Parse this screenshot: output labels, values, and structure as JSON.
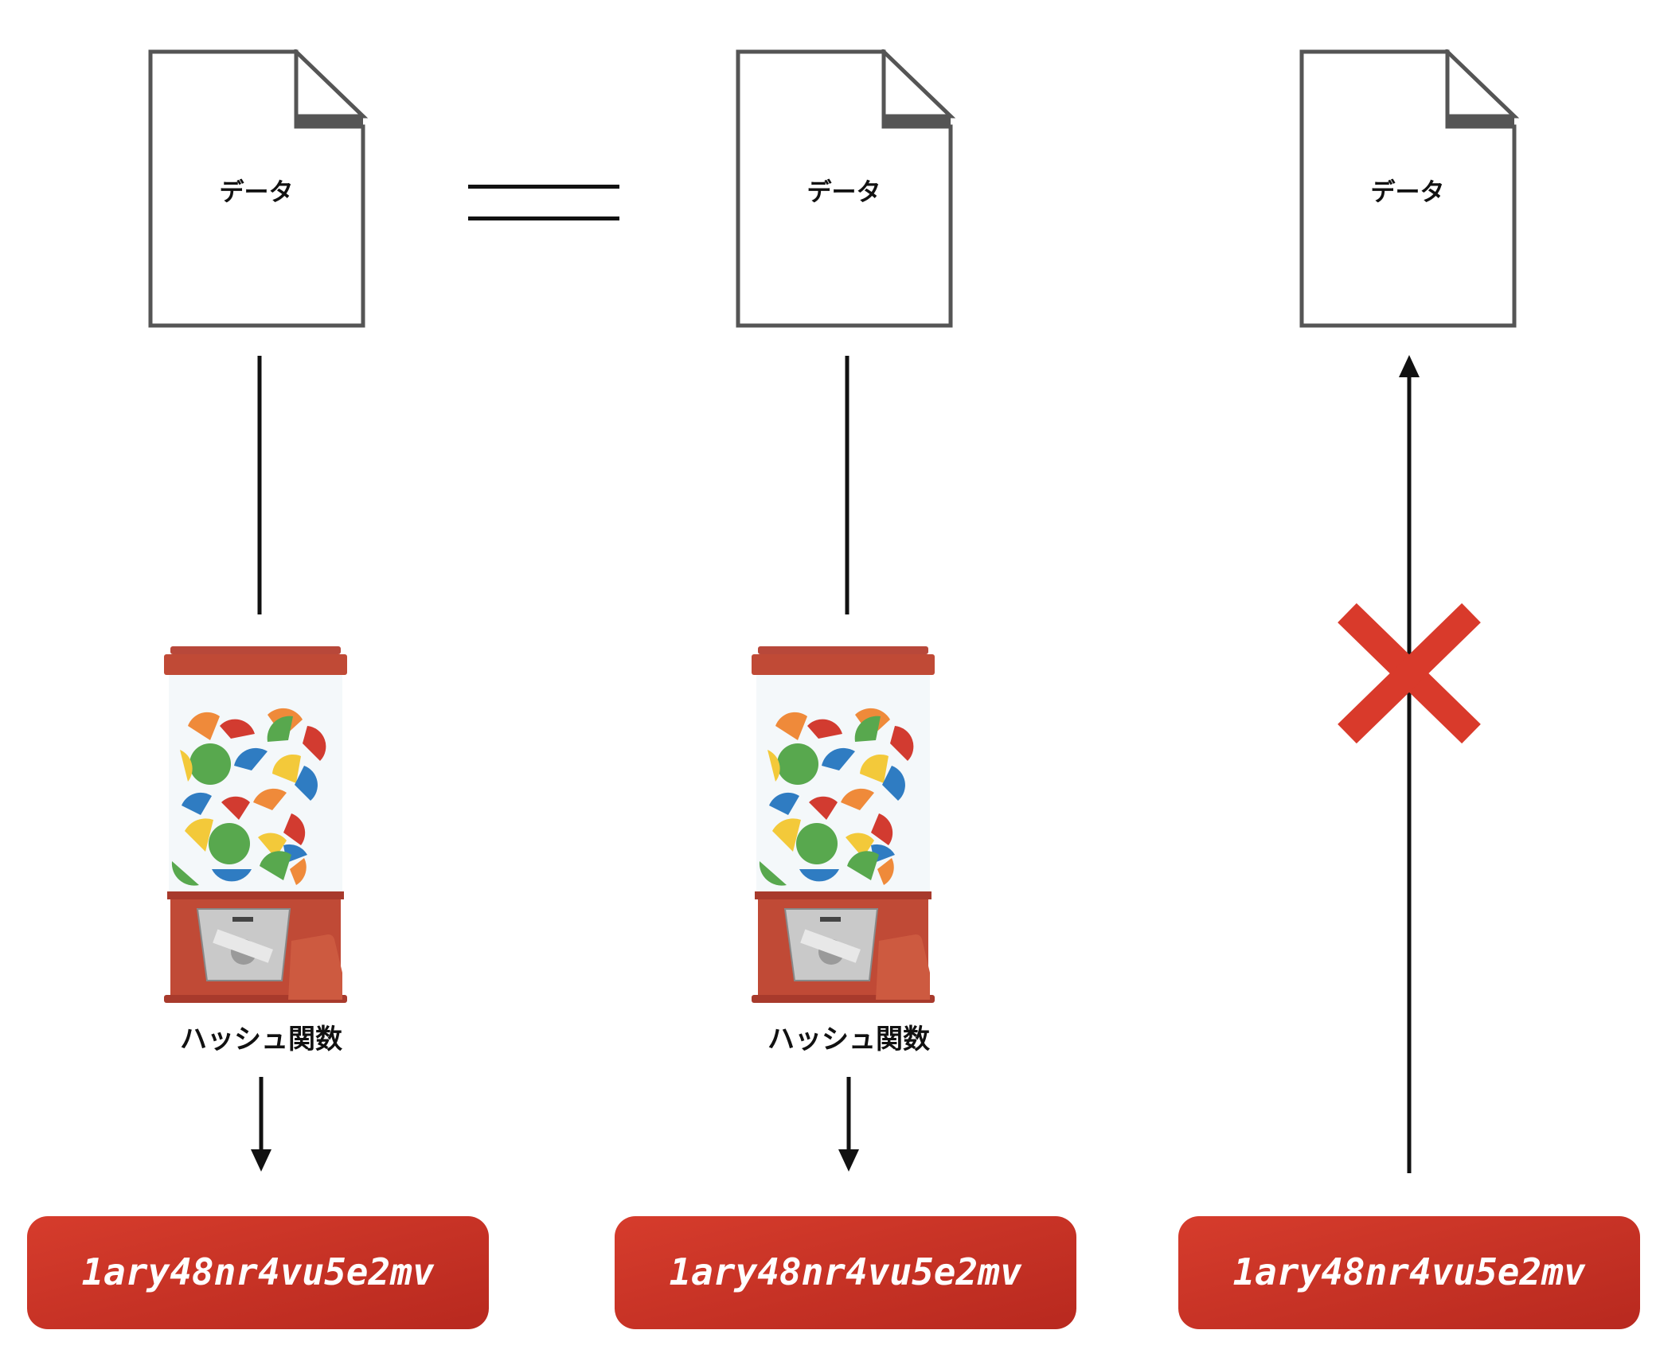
{
  "columns": [
    {
      "document": {
        "label": "データ"
      },
      "function": {
        "label": "ハッシュ関数"
      },
      "hash": {
        "value": "1ary48nr4vu5e2mv"
      }
    },
    {
      "document": {
        "label": "データ"
      },
      "function": {
        "label": "ハッシュ関数"
      },
      "hash": {
        "value": "1ary48nr4vu5e2mv"
      }
    },
    {
      "document": {
        "label": "データ"
      },
      "hash": {
        "value": "1ary48nr4vu5e2mv"
      },
      "reverse": {
        "status": "blocked",
        "marker": "cross-mark-icon"
      }
    }
  ],
  "relations": {
    "documents_equal": "equals-sign-icon"
  },
  "colors": {
    "hash_box": "#c9362a",
    "cross": "#d93a2b",
    "machine_red": "#c04a36",
    "line": "#111111",
    "doc_stroke": "#555555"
  }
}
